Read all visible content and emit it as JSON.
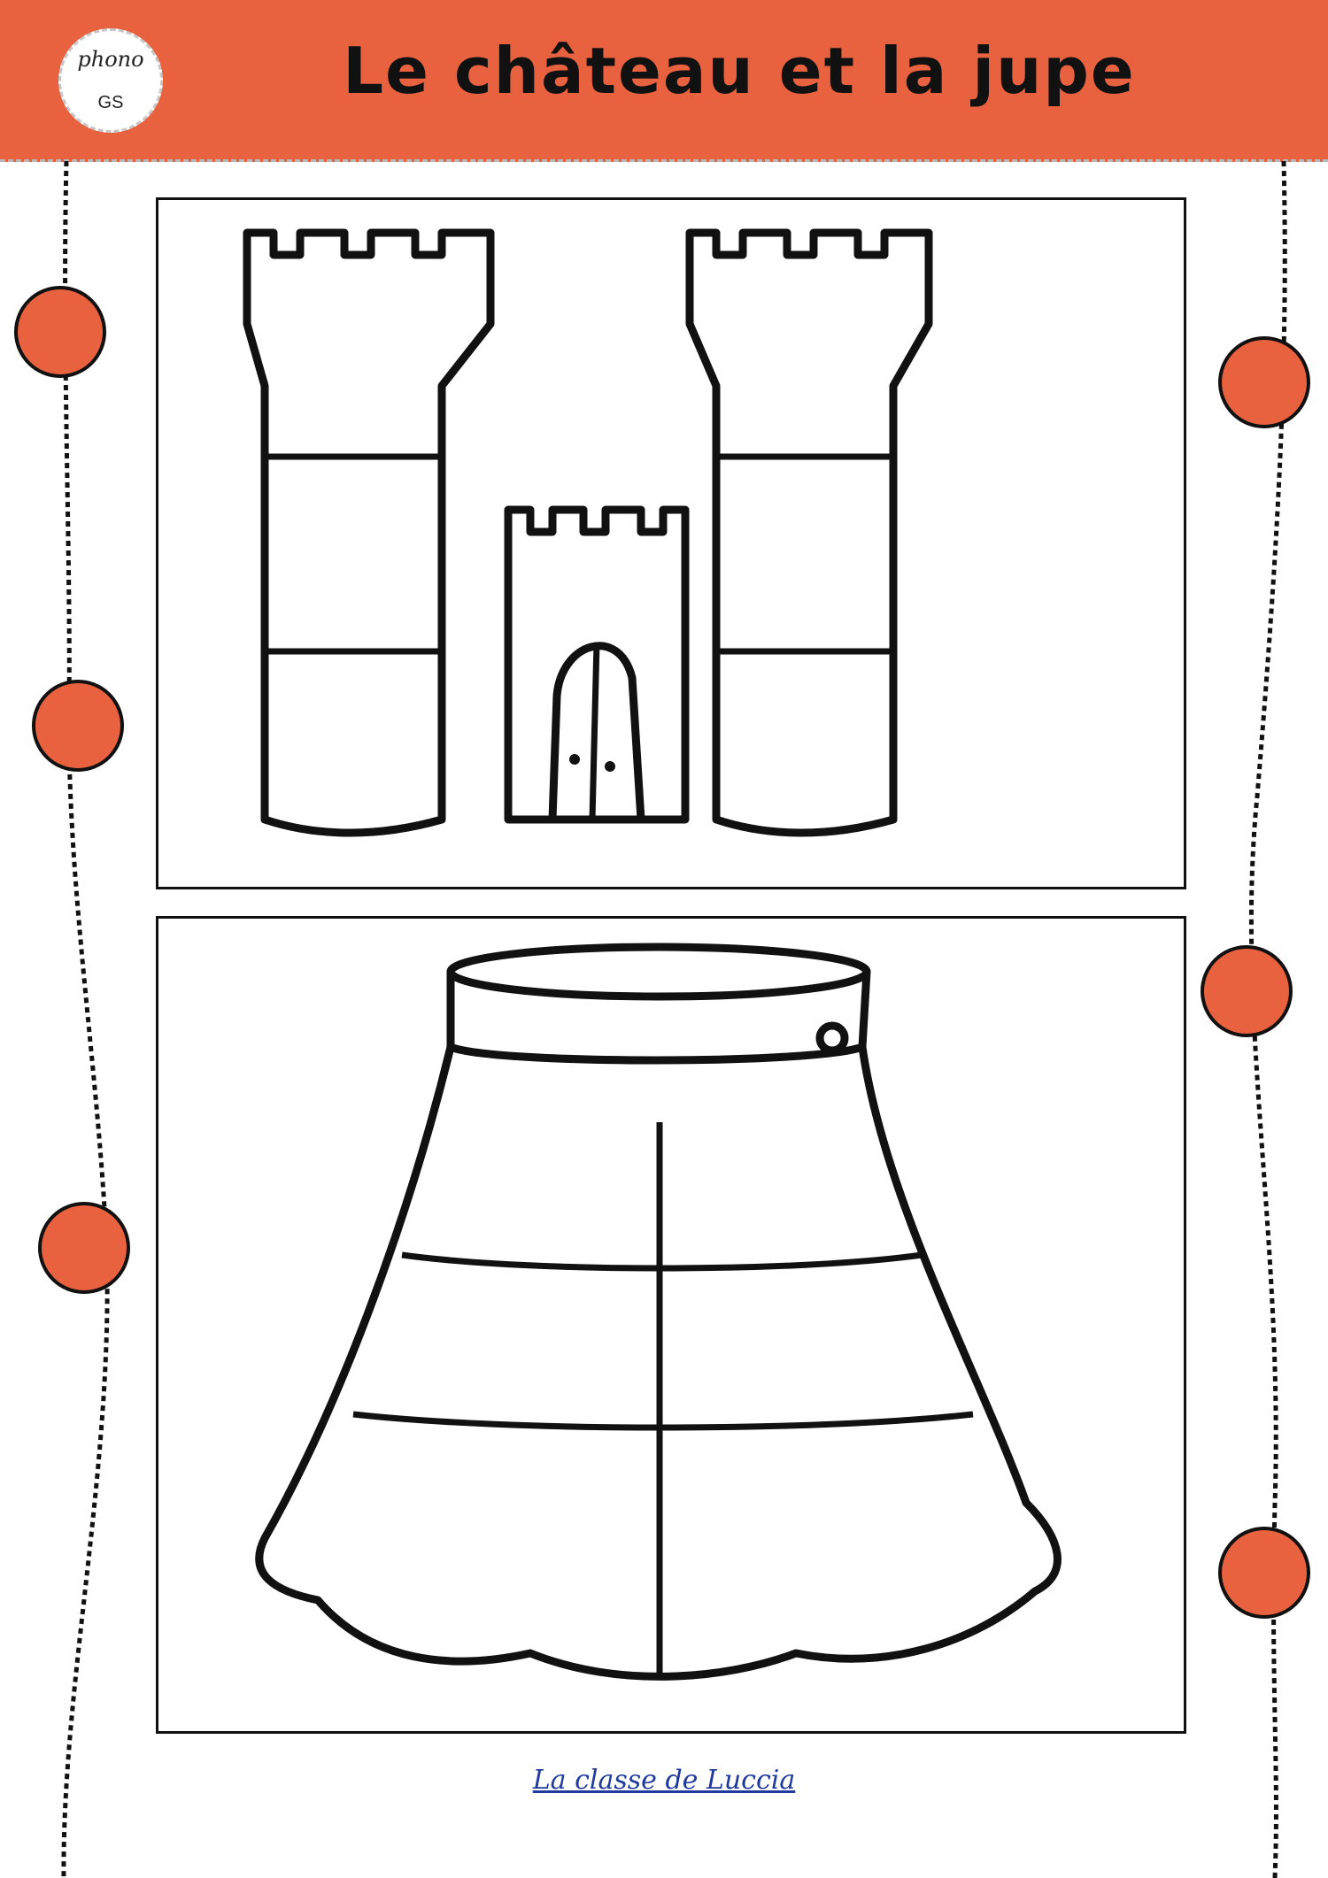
{
  "header": {
    "badge_top": "phono",
    "badge_bottom": "GS",
    "title": "Le château et la jupe"
  },
  "pictures": [
    {
      "subject": "castle-icon"
    },
    {
      "subject": "skirt-icon"
    }
  ],
  "footer": {
    "credit": "La classe de Luccia"
  },
  "colors": {
    "accent": "#e96240",
    "outline": "#111111",
    "credit": "#1f3a9c"
  }
}
